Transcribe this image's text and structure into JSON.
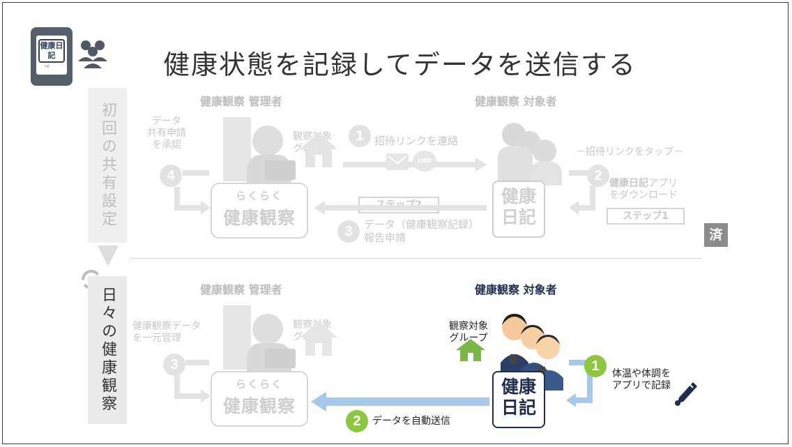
{
  "header": {
    "title": "健康状態を記録してデータを送信する",
    "app_icon_text": "健康日記",
    "app_icon_caption": "HE"
  },
  "top": {
    "side_label": "初回の共有設定",
    "admin_header": "健康観察 管理者",
    "subject_header": "健康観察 対象者",
    "approve_text": "データ\n共有申請\nを承認",
    "group_label": "観察対象\nグループ",
    "step1_circle": "1",
    "step1_text": "招待リンクを連絡",
    "line_icon_text": "LINE",
    "tap_text": "－招待リンクをタップ－",
    "step2_circle": "2",
    "download_text_bold": "健康日記",
    "download_text": "アプリ\nをダウンロード",
    "step_box1": "ステップ1",
    "step_box2": "ステップ2",
    "step3_circle": "3",
    "report_text": "データ（健康観察記録）\n報告申請",
    "step4_circle": "4",
    "logo_line1": "らくらく",
    "logo_line2": "健康観察",
    "diary_line1": "健康",
    "diary_line2": "日記",
    "done_badge": "済"
  },
  "bottom": {
    "side_label": "日々の健康観察",
    "admin_header": "健康観察 管理者",
    "subject_header": "健康観察 対象者",
    "manage_text": "健康観察データ\nを一元管理",
    "group_label_gray": "観察対象\nグループ",
    "group_label": "観察対象\nグループ",
    "step3_circle": "3",
    "step1_circle": "1",
    "record_text": "体温や体調を\nアプリで記録",
    "step2_circle": "2",
    "send_text": "データを自動送信",
    "logo_line1": "らくらく",
    "logo_line2": "健康観察",
    "diary_line1": "健康",
    "diary_line2": "日記"
  },
  "colors": {
    "accent_green": "#8dc63f",
    "navy": "#1e2d4f",
    "arrow_blue": "#a7c8e8",
    "gray": "#e3e3e3"
  }
}
